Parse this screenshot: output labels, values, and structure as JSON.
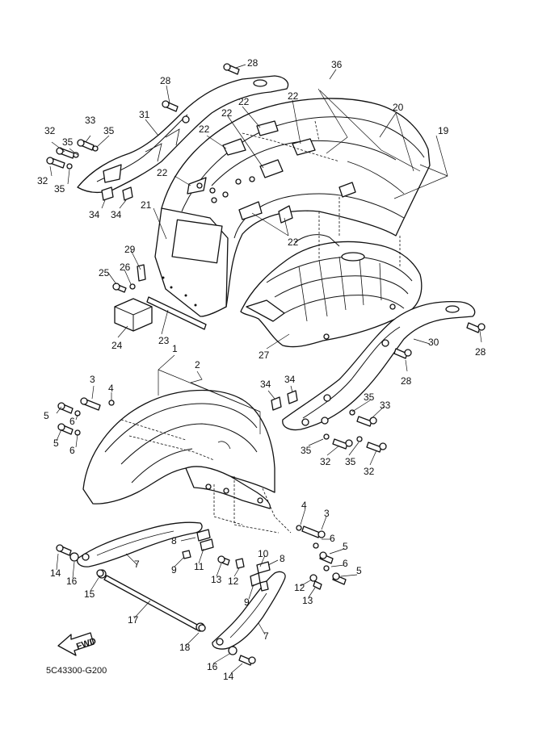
{
  "diagram": {
    "catalog_code": "5C43300-G200",
    "fwd_label": "FWD",
    "callouts": {
      "c1": "1",
      "c2": "2",
      "c3a": "3",
      "c4a": "4",
      "c5a": "5",
      "c6a": "6",
      "c5b": "5",
      "c6b": "6",
      "c3b": "3",
      "c4b": "4",
      "c5c": "5",
      "c6c": "6",
      "c5d": "5",
      "c6d": "6",
      "c7a": "7",
      "c7b": "7",
      "c8a": "8",
      "c8b": "8",
      "c9a": "9",
      "c9b": "9",
      "c10": "10",
      "c11": "11",
      "c12a": "12",
      "c12b": "12",
      "c13a": "13",
      "c13b": "13",
      "c14a": "14",
      "c14b": "14",
      "c15": "15",
      "c16a": "16",
      "c16b": "16",
      "c17": "17",
      "c18": "18",
      "c19": "19",
      "c20": "20",
      "c21": "21",
      "c22a": "22",
      "c22b": "22",
      "c22c": "22",
      "c22d": "22",
      "c22e": "22",
      "c22f": "22",
      "c23": "23",
      "c24": "24",
      "c25": "25",
      "c26": "26",
      "c27": "27",
      "c28a": "28",
      "c28b": "28",
      "c28c": "28",
      "c28d": "28",
      "c29": "29",
      "c30": "30",
      "c31": "31",
      "c32a": "32",
      "c32b": "32",
      "c32c": "32",
      "c32d": "32",
      "c33a": "33",
      "c33b": "33",
      "c34a": "34",
      "c34b": "34",
      "c34c": "34",
      "c34d": "34",
      "c35a": "35",
      "c35b": "35",
      "c35c": "35",
      "c35d": "35",
      "c35e": "35",
      "c35f": "35",
      "c36": "36"
    }
  }
}
